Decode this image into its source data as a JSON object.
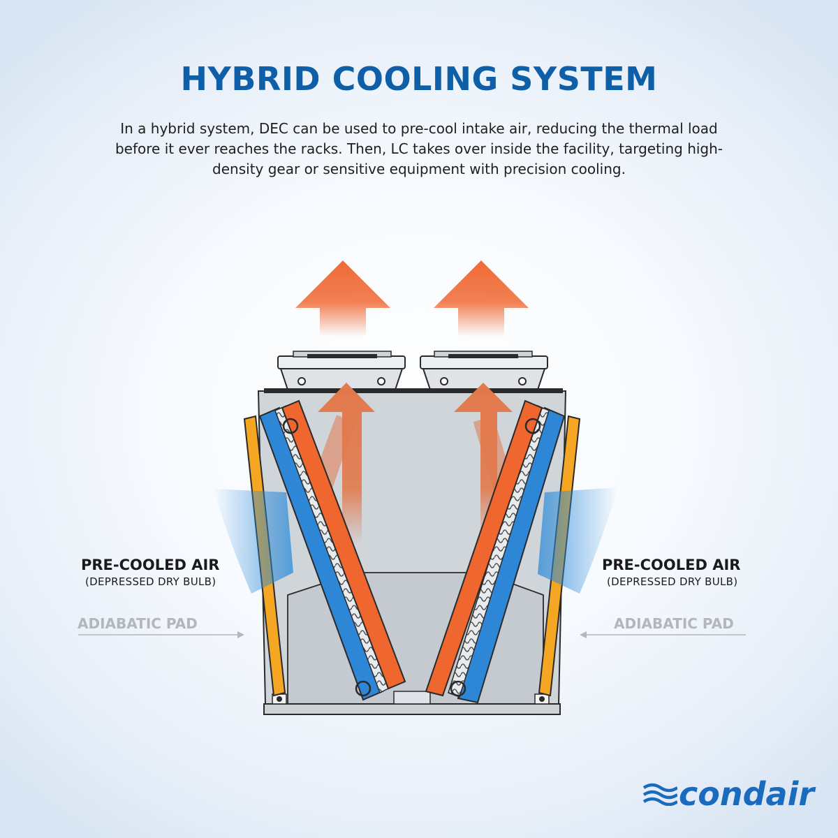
{
  "title": "HYBRID COOLING SYSTEM",
  "description": "In a hybrid system, DEC can be used to pre-cool intake air, reducing the thermal load before it ever reaches the racks. Then, LC takes over inside the facility, targeting high-density gear or sensitive equipment with precision cooling.",
  "labels": {
    "left": {
      "main": "PRE-COOLED AIR",
      "sub": "(DEPRESSED DRY BULB)",
      "pad": "ADIABATIC PAD"
    },
    "right": {
      "main": "PRE-COOLED AIR",
      "sub": "(DEPRESSED DRY BULB)",
      "pad": "ADIABATIC PAD"
    }
  },
  "logo": {
    "text": "condair"
  },
  "colors": {
    "title": "#0f5fa8",
    "hot_air": "#f06a35",
    "cool_air": "#2b8ad8",
    "coil_blue": "#2e86d6",
    "coil_orange": "#f0662f",
    "pad_yellow": "#f5a623",
    "housing": "#d0d5da",
    "logo": "#1a6bbd"
  }
}
